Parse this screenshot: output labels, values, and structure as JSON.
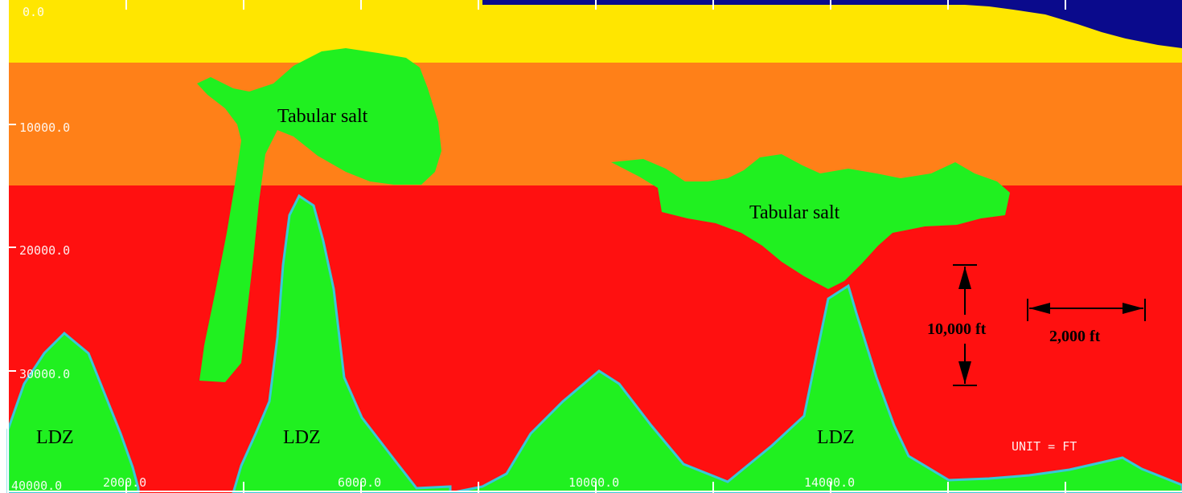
{
  "labels": {
    "tabular_salt_left": "Tabular salt",
    "tabular_salt_right": "Tabular salt",
    "ldz_1": "LDZ",
    "ldz_2": "LDZ",
    "ldz_3": "LDZ",
    "vertical_scale": "10,000 ft",
    "horizontal_scale": "2,000 ft",
    "unit": "UNIT = FT"
  },
  "depth_ticks": [
    "0.0",
    "10000.0",
    "20000.0",
    "30000.0",
    "40000.0"
  ],
  "x_ticks": [
    "2000.0",
    "6000.0",
    "10000.0",
    "14000.0"
  ],
  "colors": {
    "water": "#0a0a8c",
    "layer_yellow": "#ffe600",
    "layer_orange": "#ff8018",
    "layer_red": "#ff1010",
    "salt": "#20f020",
    "salt_outline": "#38c8d8",
    "scale_arrows": "#000000"
  }
}
